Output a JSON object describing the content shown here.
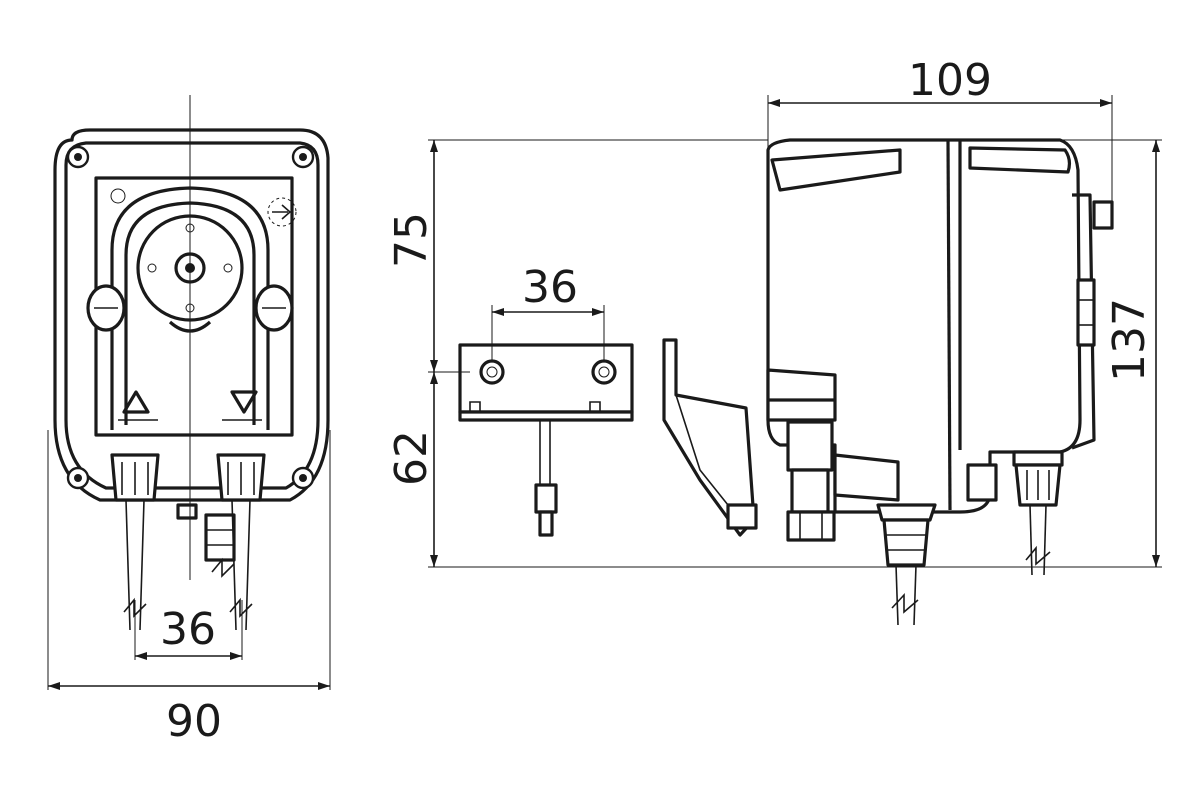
{
  "dimensions": {
    "front_width": "90",
    "front_tube_spacing": "36",
    "bracket_hole_spacing": "36",
    "upper_height": "75",
    "lower_height": "62",
    "total_height": "137",
    "side_depth": "109"
  }
}
